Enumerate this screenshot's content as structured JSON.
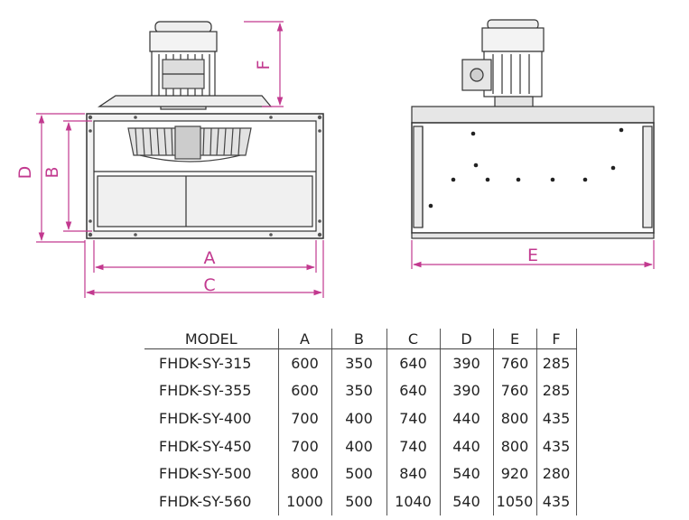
{
  "dimensions": {
    "front": {
      "A": "A",
      "B": "B",
      "C": "C",
      "D": "D",
      "F": "F"
    },
    "side": {
      "E": "E"
    }
  },
  "table": {
    "headers": [
      "MODEL",
      "A",
      "B",
      "C",
      "D",
      "E",
      "F"
    ],
    "rows": [
      [
        "FHDK-SY-315",
        "600",
        "350",
        "640",
        "390",
        "760",
        "285"
      ],
      [
        "FHDK-SY-355",
        "600",
        "350",
        "640",
        "390",
        "760",
        "285"
      ],
      [
        "FHDK-SY-400",
        "700",
        "400",
        "740",
        "440",
        "800",
        "435"
      ],
      [
        "FHDK-SY-450",
        "700",
        "400",
        "740",
        "440",
        "800",
        "435"
      ],
      [
        "FHDK-SY-500",
        "800",
        "500",
        "840",
        "540",
        "920",
        "280"
      ],
      [
        "FHDK-SY-560",
        "1000",
        "500",
        "1040",
        "540",
        "1050",
        "435"
      ]
    ]
  },
  "colors": {
    "dimension": "#c2398f",
    "line": "#333333",
    "fill": "#e6e6e6"
  }
}
